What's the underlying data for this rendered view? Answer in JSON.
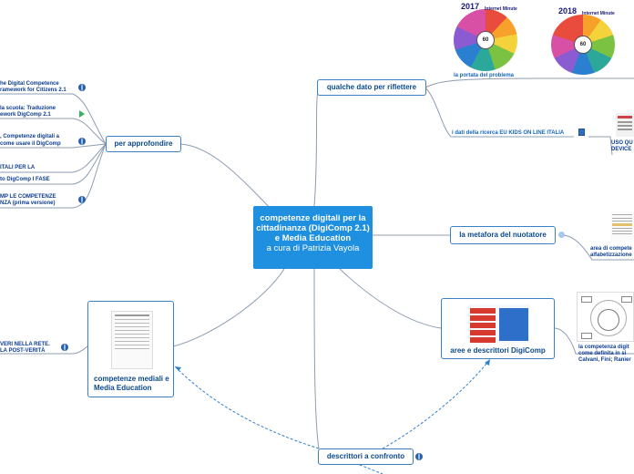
{
  "central": {
    "title": "competenze digitali per la cittadinanza (DigiComp 2.1) e Media Education",
    "subtitle": "a cura di Patrizia Vayola"
  },
  "nodes": {
    "qualche_dato": "qualche dato per riflettere",
    "per_approfondire": "per approfondire",
    "metafora": "la metafora del nuotatore",
    "aree": "aree e descrittori DigiComp",
    "competenze_mediali": "competenze mediali e Media Education",
    "descrittori": "descrittori a confronto"
  },
  "left_items": [
    {
      "line1": "he Digital Competence",
      "line2": "ramework for Citizens 2.1",
      "icon": "globe-icon"
    },
    {
      "line1": " la scuola: Traduzione",
      "line2": "ework DigComp 2.1",
      "icon": "play-icon"
    },
    {
      "line1": ", Competenze digitali a",
      "line2": "come usare il DigComp",
      "icon": "globe-icon"
    },
    {
      "line1": "ITALI PER LA",
      "line2": "",
      "icon": ""
    },
    {
      "line1": "to DigComp I FASE",
      "line2": "",
      "icon": ""
    },
    {
      "line1": "MP LE COMPETENZE",
      "line2": "NZA (prima versione)",
      "icon": "globe-icon"
    }
  ],
  "reti": {
    "line1": "VERI NELLA RETE.",
    "line2": "LA POST-VERITÀ",
    "icon": "globe-icon"
  },
  "right_labels": {
    "portata": "la portata del problema",
    "eukids": "i dati della ricerca EU KIDS ON LINE ITALIA",
    "uso_line1": "USO QU",
    "uso_line2": "DEVICE",
    "area_line1": "area di compete",
    "area_line2": "alfabetizzazione",
    "competenza_line1": "la competenza digit",
    "competenza_line2": "come definita in si",
    "competenza_line3": "Calvani, Fini; Ranier"
  },
  "infographics": [
    {
      "year": "2017",
      "caption": "Internet Minute",
      "hub": "60"
    },
    {
      "year": "2018",
      "caption": "Internet Minute",
      "hub": "60"
    }
  ],
  "colors": {
    "central": "#1f8fe0",
    "node_border": "#3b7fc4",
    "link": "#8a9bb0",
    "dashed": "#2f7fd0",
    "text": "#0b4a8b"
  }
}
